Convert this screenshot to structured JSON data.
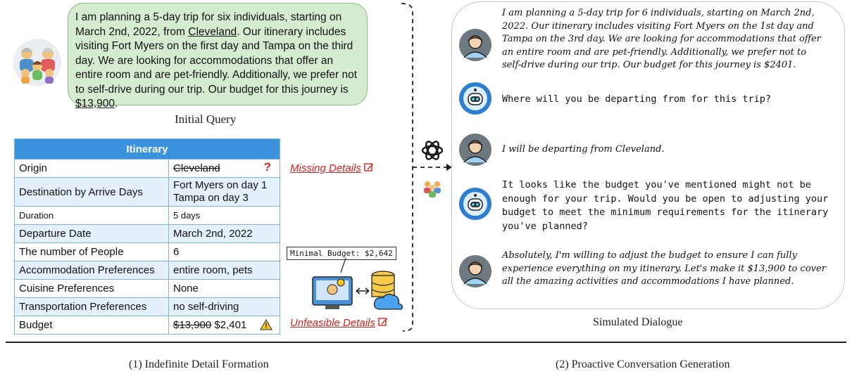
{
  "query": {
    "text_1": "I am planning a 5-day trip for six individuals, starting on March 2nd, 2022, from ",
    "origin": "Cleveland",
    "text_2": ". Our itinerary includes visiting Fort Myers on the first day and Tampa on the third day. We are looking for accommodations that offer an entire room and are pet-friendly. Additionally, we prefer not to self-drive during our trip. Our budget for this journey is ",
    "budget": "$13,900",
    "text_3": ".",
    "caption": "Initial Query"
  },
  "itinerary": {
    "title": "Itinerary",
    "rows": [
      {
        "label": "Origin",
        "value": "Cleveland"
      },
      {
        "label": "Destination by Arrive Days",
        "value_line1": "Fort Myers on day 1",
        "value_line2": "Tampa on day 3"
      },
      {
        "label": "Duration",
        "value": "5 days"
      },
      {
        "label": "Departure Date",
        "value": "March 2nd, 2022"
      },
      {
        "label": "The number of People",
        "value": "6"
      },
      {
        "label": "Accommodation Preferences",
        "value": "entire room, pets"
      },
      {
        "label": "Cuisine Preferences",
        "value": "None"
      },
      {
        "label": "Transportation Preferences",
        "value": "no self-driving"
      },
      {
        "label": "Budget",
        "value_old": "$13,900",
        "value_new": "$2,401"
      }
    ]
  },
  "notes": {
    "missing": "Missing Details",
    "unfeasible": "Unfeasible Details",
    "minimal_budget": "Minimal Budget: $2,642"
  },
  "dialogue": {
    "turns": [
      {
        "speaker": "user",
        "text": "I am planning a 5-day trip for 6 individuals, starting on March 2nd, 2022. Our itinerary includes visiting Fort Myers on the 1st day and Tampa on the 3rd day. We are looking for accommodations that offer an entire room and are pet-friendly. Additionally, we prefer not to self-drive during our trip. Our budget for this journey is $2401."
      },
      {
        "speaker": "assistant",
        "text": "Where will you be departing from for this trip?"
      },
      {
        "speaker": "user",
        "text": "I will be departing from Cleveland."
      },
      {
        "speaker": "assistant",
        "text": "It looks like the budget you've mentioned might not be enough for your trip. Would you be open to adjusting your budget to meet the minimum requirements for the itinerary you've planned?"
      },
      {
        "speaker": "user",
        "text": "Absolutely, I'm willing to adjust the budget to ensure I can fully experience everything on my itinerary. Let's make it $13,900 to cover all the amazing activities and accommodations I have planned."
      }
    ],
    "caption": "Simulated Dialogue"
  },
  "captions": {
    "left": "(1) Indefinite Detail Formation",
    "right": "(2) Proactive Conversation Generation"
  },
  "colors": {
    "bubble": "#d5ecd0",
    "table_header": "#3b93dd",
    "table_alt": "#e4f0fb",
    "note_red": "#d91f1f"
  },
  "icons": [
    "family-icon",
    "question-mark-icon",
    "warning-icon",
    "edit-icon",
    "server-database-icon",
    "openai-logo-icon",
    "users-icon",
    "user-avatar-icon",
    "robot-avatar-icon"
  ]
}
